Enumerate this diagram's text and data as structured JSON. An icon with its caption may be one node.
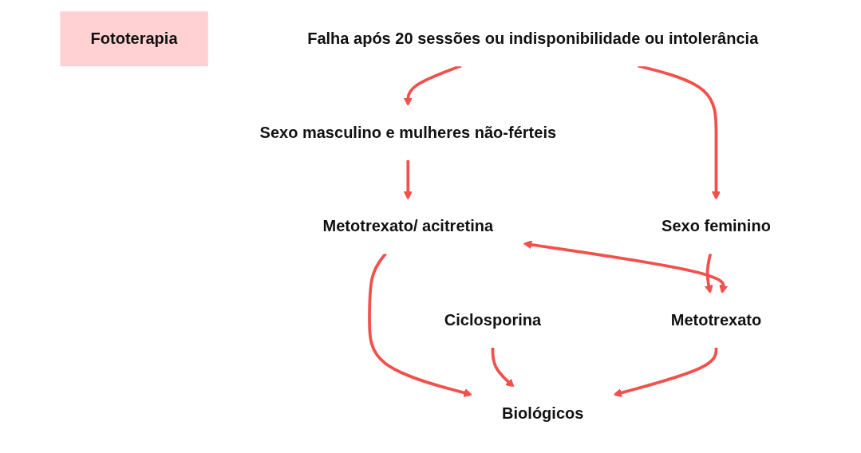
{
  "diagram": {
    "nodes": [
      {
        "text": [
          "Fototerapia"
        ]
      },
      {
        "text": [
          "Falha após 20 sessões ou indisponibilidade ou intolerância"
        ]
      },
      {
        "text": [
          "Sexo masculino e mulheres não-férteis"
        ]
      },
      {
        "text": [
          "Sexo feminino"
        ]
      },
      {
        "text": [
          "Metotrexato/ acitretina"
        ]
      },
      {
        "text": [
          "Ciclosporina"
        ]
      },
      {
        "text": [
          "Metotrexato"
        ]
      },
      {
        "text": [
          "Biológicos"
        ]
      }
    ],
    "edges": [
      {
        "from": 1,
        "to": 2,
        "arrow": "to"
      },
      {
        "from": 1,
        "to": 3,
        "arrow": "to"
      },
      {
        "from": 2,
        "to": 4,
        "arrow": "to"
      },
      {
        "from": 3,
        "to": 6,
        "arrow": "to"
      },
      {
        "from": 4,
        "to": 6,
        "arrow": "both"
      },
      {
        "from": 4,
        "to": 7,
        "arrow": "to"
      },
      {
        "from": 5,
        "to": 7,
        "arrow": "to"
      },
      {
        "from": 6,
        "to": 7,
        "arrow": "to"
      }
    ]
  }
}
